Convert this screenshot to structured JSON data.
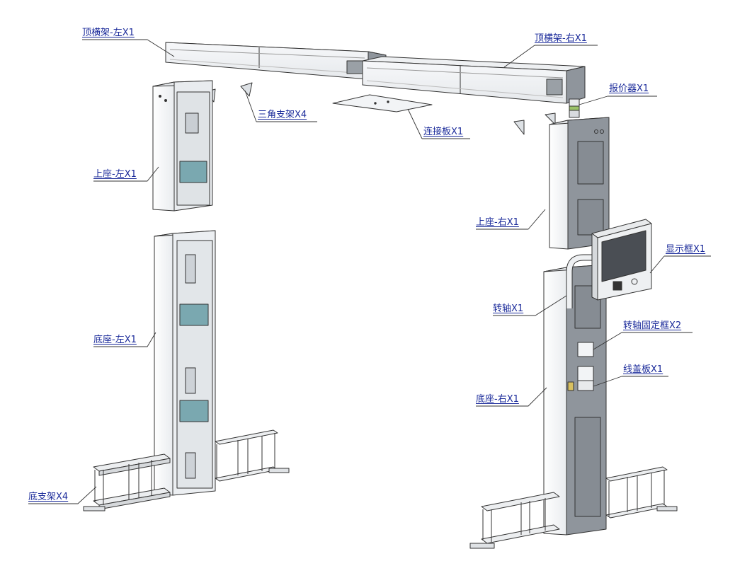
{
  "labels": {
    "top_beam_left": "顶横架-左X1",
    "top_beam_right": "顶横架-右X1",
    "price_announcer": "报价器X1",
    "triangle_bracket": "三角支架X4",
    "connecting_plate": "连接板X1",
    "upper_seat_left": "上座-左X1",
    "upper_seat_right": "上座-右X1",
    "display_frame": "显示框X1",
    "rotating_shaft": "转轴X1",
    "shaft_fixing_frame": "转轴固定框X2",
    "wire_cover_plate": "线盖板X1",
    "base_left": "底座-左X1",
    "base_right": "底座-右X1",
    "base_bracket": "底支架X4"
  },
  "colors": {
    "label_text": "#1a2a9a",
    "line": "#333333",
    "panel_face": "#f4f6f8",
    "panel_shade": "#d4d8dd",
    "dark_panel": "#8a9098",
    "teal_component": "#7aa8b0",
    "screen": "#4a4e54"
  }
}
